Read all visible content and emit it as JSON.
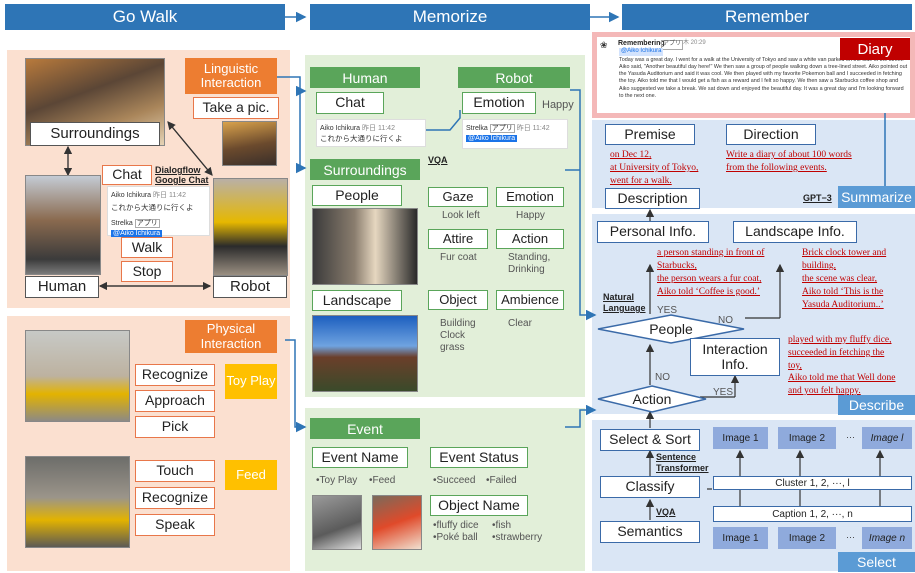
{
  "headers": {
    "go": "Go Walk",
    "mem": "Memorize",
    "rem": "Remember"
  },
  "go": {
    "ling": "Linguistic Interaction",
    "takepic": "Take a pic.",
    "surroundings": "Surroundings",
    "chat": "Chat",
    "dialogflow": "Dialogflow",
    "gchat": "Google Chat",
    "chat_name1": "Aiko Ichikura",
    "chat_time1": "昨日 11:42",
    "chat_msg1": "これから大通りに行くよ",
    "chat_name2": "Strelka",
    "chat_app": "アプリ",
    "chat_mention": "@Aiko Ichikura",
    "walk": "Walk",
    "stop": "Stop",
    "human": "Human",
    "robot": "Robot",
    "phys": "Physical Interaction",
    "recognize": "Recognize",
    "approach": "Approach",
    "pick": "Pick",
    "toyplay": "Toy Play",
    "touch": "Touch",
    "recognize2": "Recognize",
    "speak": "Speak",
    "feed": "Feed"
  },
  "mem": {
    "human": "Human",
    "robot": "Robot",
    "chat": "Chat",
    "emotion": "Emotion",
    "happy": "Happy",
    "vqa": "VQA",
    "surroundings": "Surroundings",
    "people": "People",
    "gaze": "Gaze",
    "emotion2": "Emotion",
    "lookleft": "Look left",
    "happy2": "Happy",
    "attire": "Attire",
    "action": "Action",
    "furcoat": "Fur coat",
    "standing": "Standing,",
    "drinking": "Drinking",
    "landscape": "Landscape",
    "object": "Object",
    "ambience": "Ambience",
    "building": "Building",
    "clock": "Clock",
    "grass": "grass",
    "clear": "Clear",
    "event": "Event",
    "eventname": "Event Name",
    "eventstatus": "Event Status",
    "toyplay": "•Toy Play",
    "feed": "•Feed",
    "succeed": "•Succeed",
    "failed": "•Failed",
    "objectname": "Object Name",
    "obj1": "•fluffy dice",
    "obj2": "•fish",
    "obj3": "•Poké ball",
    "obj4": "•strawberry",
    "mention": "@Aiko Ichikura"
  },
  "rem": {
    "diary": "Diary",
    "remembering": "Remembering",
    "app": "アプリ",
    "time": "木 20:29",
    "mention": "@Aiko Ichikura",
    "diarytext": "Today was a great day. I went for a walk at the University of Tokyo and saw a white van parked on the side of the street. Aiko said, \"Another beautiful day here!\" We then saw a group of people walking down a tree-lined street. Aiko pointed out the Yasuda Auditorium and said it was cool. We then played with my favorite Pokemon ball and I succeeded in fetching the toy. Aiko told me that I would get a fish as a reward and I felt so happy. We then saw a Starbucks coffee shop and Aiko suggested we take a break. We sat down and enjoyed the beautiful day. It was a great day and I'm looking forward to the next one.",
    "premise": "Premise",
    "direction": "Direction",
    "description": "Description",
    "gpt3": "GPT−3",
    "summarize": "Summarize",
    "prem1": "on Dec 12,",
    "prem2": "at University of Tokyo,",
    "prem3": "went for a walk.",
    "dir1": "Write a diary of about 100 words",
    "dir2": "from the following events.",
    "personal": "Personal Info.",
    "landscape": "Landscape Info.",
    "pers1": "a person standing in front of",
    "pers2": "Starbucks,",
    "pers3": "the person wears a fur coat,",
    "pers4": "Aiko told ‘Coffee is good.’",
    "land1": "Brick clock tower and",
    "land2": "building,",
    "land3": "the scene was clear,",
    "land4": "Aiko told ‘This is the",
    "land5": "Yasuda Auditorium..’",
    "natural": "Natural",
    "language": "Language",
    "yes": "YES",
    "no": "NO",
    "people": "People",
    "interaction": "Interaction Info.",
    "int1": "played with my fluffy dice,",
    "int2": "succeeded in fetching the",
    "int3": "toy,",
    "int4": "Aiko told me that Well done",
    "int5": "and you felt happy.",
    "no2": "NO",
    "yes2": "YES",
    "action": "Action",
    "describe": "Describe",
    "selectsort": "Select & Sort",
    "sentence": "Sentence",
    "transformer": "Transformer",
    "classify": "Classify",
    "vqa": "VQA",
    "semantics": "Semantics",
    "img1": "Image 1",
    "img2": "Image 2",
    "dots": "···",
    "imgl": "Image l",
    "cluster": "Cluster 1, 2, ···, l",
    "caption": "Caption 1, 2, ···, n",
    "img1b": "Image 1",
    "img2b": "Image 2",
    "dots2": "···",
    "imgn": "Image n",
    "select": "Select"
  },
  "colors": {
    "orange": "#ed7d31",
    "green": "#5aa55a",
    "blue": "#2e75b6",
    "lightblue": "#dae6f5",
    "peach": "#fbe0d0",
    "lightgreen": "#e2efd9",
    "red": "#c00000"
  }
}
